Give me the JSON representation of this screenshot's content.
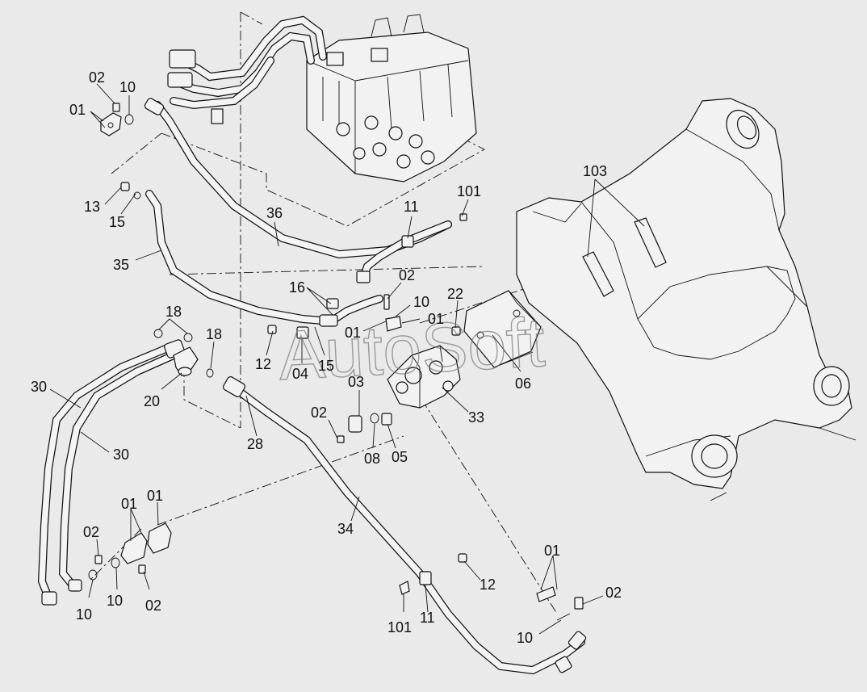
{
  "watermark": "AutoSoft",
  "callouts": [
    {
      "id": "c-02-a",
      "text": "02"
    },
    {
      "id": "c-10-a",
      "text": "10"
    },
    {
      "id": "c-01-a",
      "text": "01"
    },
    {
      "id": "c-13",
      "text": "13"
    },
    {
      "id": "c-15-a",
      "text": "15"
    },
    {
      "id": "c-35",
      "text": "35"
    },
    {
      "id": "c-36",
      "text": "36"
    },
    {
      "id": "c-11-a",
      "text": "11"
    },
    {
      "id": "c-101-a",
      "text": "101"
    },
    {
      "id": "c-103",
      "text": "103"
    },
    {
      "id": "c-16",
      "text": "16"
    },
    {
      "id": "c-02-b",
      "text": "02"
    },
    {
      "id": "c-10-b",
      "text": "10"
    },
    {
      "id": "c-01-b",
      "text": "01"
    },
    {
      "id": "c-01-c",
      "text": "01"
    },
    {
      "id": "c-22",
      "text": "22"
    },
    {
      "id": "c-12-a",
      "text": "12"
    },
    {
      "id": "c-04",
      "text": "04"
    },
    {
      "id": "c-15-b",
      "text": "15"
    },
    {
      "id": "c-18-a",
      "text": "18"
    },
    {
      "id": "c-18-b",
      "text": "18"
    },
    {
      "id": "c-20",
      "text": "20"
    },
    {
      "id": "c-30-a",
      "text": "30"
    },
    {
      "id": "c-30-b",
      "text": "30"
    },
    {
      "id": "c-28",
      "text": "28"
    },
    {
      "id": "c-03",
      "text": "03"
    },
    {
      "id": "c-02-c",
      "text": "02"
    },
    {
      "id": "c-08",
      "text": "08"
    },
    {
      "id": "c-05",
      "text": "05"
    },
    {
      "id": "c-33",
      "text": "33"
    },
    {
      "id": "c-06",
      "text": "06"
    },
    {
      "id": "c-34",
      "text": "34"
    },
    {
      "id": "c-01-d",
      "text": "01"
    },
    {
      "id": "c-01-e",
      "text": "01"
    },
    {
      "id": "c-02-d",
      "text": "02"
    },
    {
      "id": "c-10-c",
      "text": "10"
    },
    {
      "id": "c-10-d",
      "text": "10"
    },
    {
      "id": "c-02-e",
      "text": "02"
    },
    {
      "id": "c-12-b",
      "text": "12"
    },
    {
      "id": "c-101-b",
      "text": "101"
    },
    {
      "id": "c-11-b",
      "text": "11"
    },
    {
      "id": "c-01-f",
      "text": "01"
    },
    {
      "id": "c-02-f",
      "text": "02"
    },
    {
      "id": "c-10-e",
      "text": "10"
    }
  ]
}
